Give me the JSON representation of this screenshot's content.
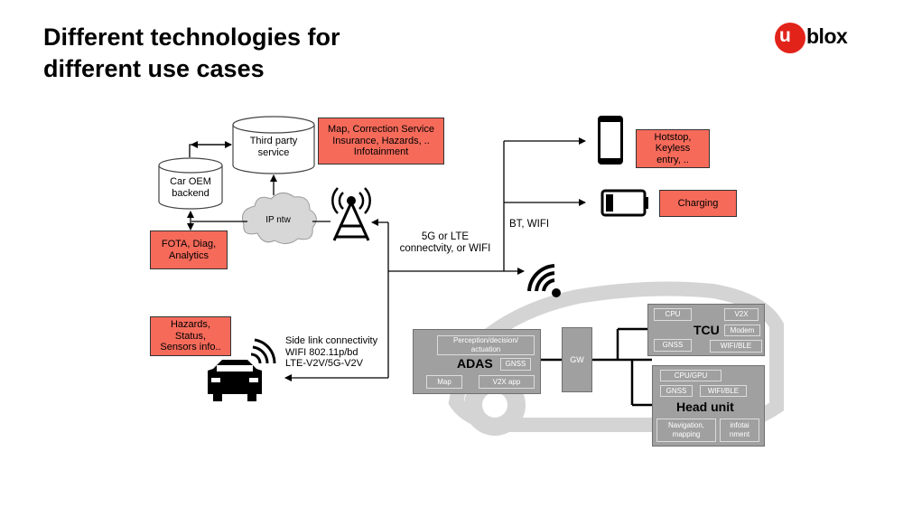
{
  "title": {
    "line1": "Different technologies for",
    "line2": "different use cases"
  },
  "logo": {
    "u": "u",
    "blox": "blox"
  },
  "labels": {
    "third_party": "Third party service",
    "car_oem": "Car OEM backend",
    "ip_ntw": "IP ntw",
    "cell_link": "5G or LTE connectvity, or WIFI",
    "bt_wifi": "BT, WIFI",
    "side_link": "Side link connectivity\nWIFI 802.11p/bd\nLTE-V2V/5G-V2V"
  },
  "red_boxes": {
    "map": "Map, Correction Service\nInsurance, Hazards, ..\nInfotainment",
    "fota": "FOTA, Diag,\nAnalytics",
    "hazards": "Hazards,\nStatus,\nSensors info..",
    "hotspot": "Hotstop,\nKeyless\nentry, ..",
    "charging": "Charging"
  },
  "adas": {
    "title": "ADAS",
    "perception": "Perception/decision/\nactuation",
    "gnss": "GNSS",
    "map": "Map",
    "v2x_app": "V2X app"
  },
  "gw": "GW",
  "tcu": {
    "title": "TCU",
    "cpu": "CPU",
    "v2x": "V2X",
    "modem": "Modem",
    "gnss": "GNSS",
    "wifi_ble": "WIFI/BLE"
  },
  "head_unit": {
    "title": "Head unit",
    "cpu_gpu": "CPU/GPU",
    "gnss": "GNSS",
    "wifi_ble": "WIFI/BLE",
    "navigation": "Navigation,\nmapping",
    "infotainment": "infotai\nnment"
  }
}
